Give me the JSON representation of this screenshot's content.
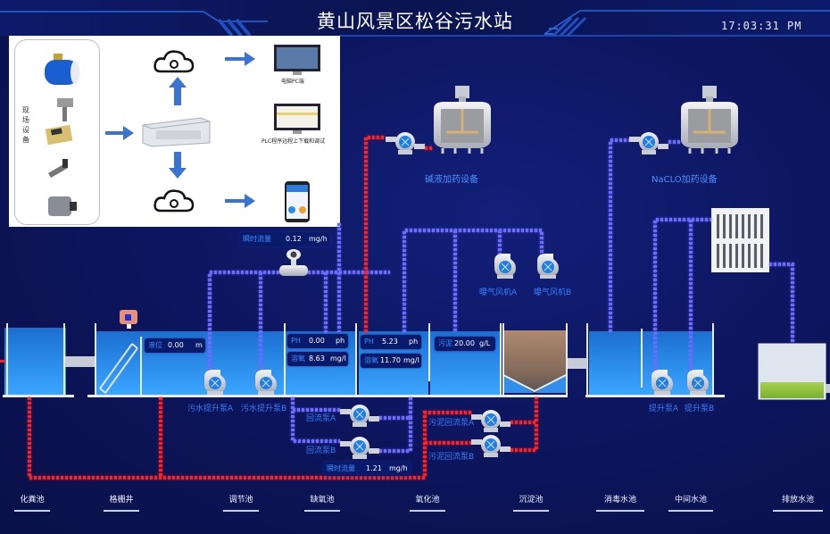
{
  "header": {
    "title": "黄山风景区松谷污水站",
    "time": "17:03:31 PM"
  },
  "architecture_panel": {
    "field_devices_label": "现场设备",
    "pc_label": "电脑PC端",
    "plc_label": "PLC程序远程上下载和调试",
    "icons": [
      "flowmeter-icon",
      "sensor-icon",
      "controller-icon",
      "pressure-transmitter-icon",
      "valve-icon",
      "plc-icon",
      "cloud-sync-icon",
      "monitor-icon",
      "mobile-icon"
    ]
  },
  "equipment": {
    "alkali_dosing": "碱液加药设备",
    "naclo_dosing": "NaCLO加药设备",
    "blower_a": "曝气风机A",
    "blower_b": "曝气风机B",
    "sewage_pump_a": "污水提升泵A",
    "sewage_pump_b": "污水提升泵B",
    "return_pump_a": "回流泵A",
    "return_pump_b": "回流泵B",
    "sludge_pump_a": "污泥回流泵A",
    "sludge_pump_b": "污泥回流泵B",
    "lift_pump_a": "提升泵A",
    "lift_pump_b": "提升泵B"
  },
  "readings": {
    "flow_top": {
      "label": "瞬时流量",
      "value": "0.12",
      "unit": "mg/h"
    },
    "flow_bottom": {
      "label": "瞬时流量",
      "value": "1.21",
      "unit": "mg/h"
    },
    "level": {
      "label": "液位",
      "value": "0.00",
      "unit": "m"
    },
    "anoxic_ph": {
      "label": "PH",
      "value": "0.00",
      "unit": "ph"
    },
    "anoxic_do": {
      "label": "溶氧",
      "value": "8.63",
      "unit": "mg/l"
    },
    "oxic_ph": {
      "label": "PH",
      "value": "5.23",
      "unit": "ph"
    },
    "oxic_do": {
      "label": "溶氧",
      "value": "11.70",
      "unit": "mg/l"
    },
    "sludge": {
      "label": "污泥",
      "value": "20.00",
      "unit": "g/L"
    }
  },
  "tanks": [
    "化粪池",
    "格栅井",
    "调节池",
    "缺氧池",
    "氧化池",
    "沉淀池",
    "消毒水池",
    "中间水池",
    "排放水池"
  ],
  "colors": {
    "background": "#0c1350",
    "pipe_blue": "#6b6bff",
    "pipe_red": "#ff2020",
    "water": "#2f9cf5",
    "label_blue": "#3a7dff"
  }
}
